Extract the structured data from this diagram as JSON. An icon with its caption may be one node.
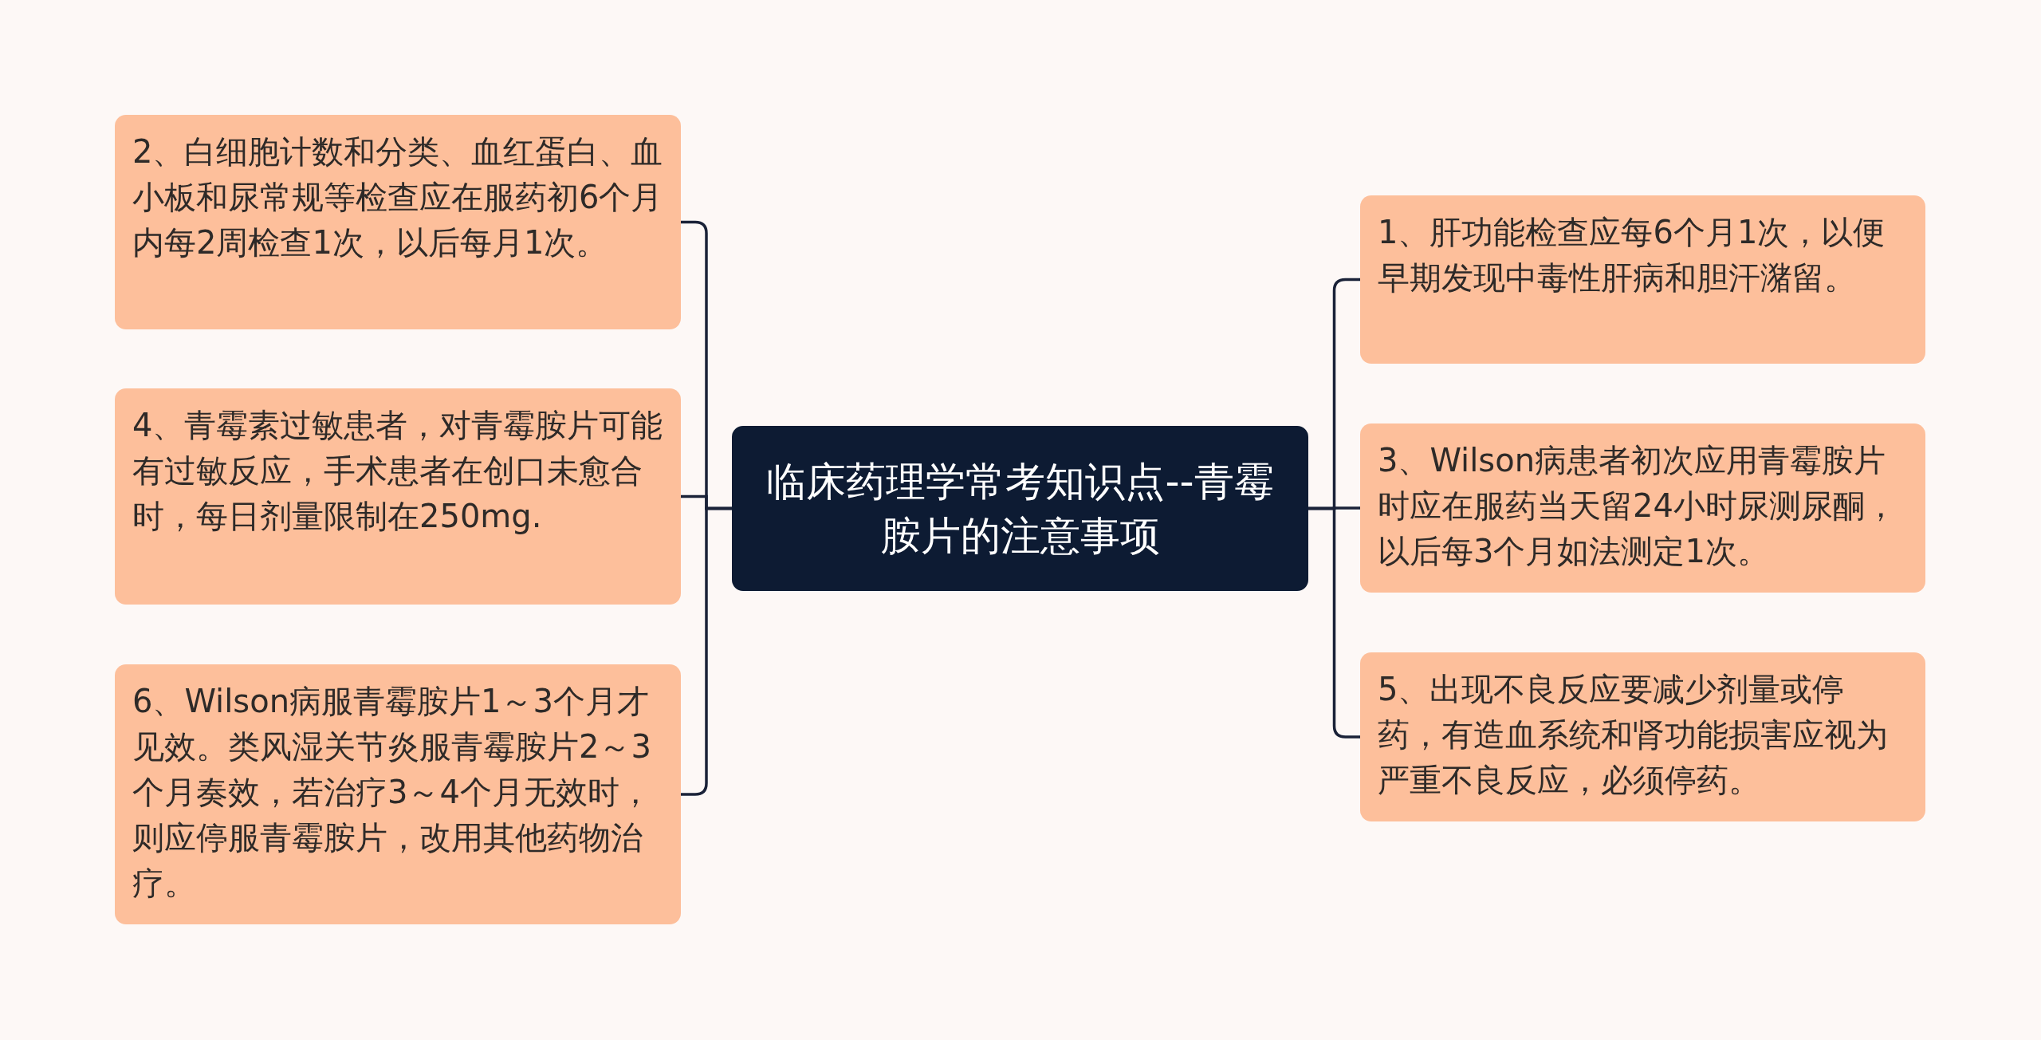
{
  "diagram": {
    "nodes": [
      {
        "text": [
          "临床药理学常考知识点--青霉胺片的注意事项"
        ]
      },
      {
        "text": [
          "2、白细胞计数和分类、血红蛋白、血小板和尿常规等检查应在服药初6个月内每2周检查1次，以后每月1次。"
        ]
      },
      {
        "text": [
          "4、青霉素过敏患者，对青霉胺片可能有过敏反应，手术患者在创口未愈合时，每日剂量限制在250mg."
        ]
      },
      {
        "text": [
          "6、Wilson病服青霉胺片1～3个月才见效。类风湿关节炎服青霉胺片2～3个月奏效，若治疗3～4个月无效时，则应停服青霉胺片，改用其他药物治疗。"
        ]
      },
      {
        "text": [
          "1、肝功能检查应每6个月1次，以便早期发现中毒性肝病和胆汗潴留。"
        ]
      },
      {
        "text": [
          "3、Wilson病患者初次应用青霉胺片时应在服药当天留24小时尿测尿酮，以后每3个月如法测定1次。"
        ]
      },
      {
        "text": [
          "5、出现不良反应要减少剂量或停药，有造血系统和肾功能损害应视为严重不良反应，必须停药。"
        ]
      }
    ],
    "edges": [
      {
        "from": 0,
        "to": 1,
        "arrow": "none"
      },
      {
        "from": 0,
        "to": 2,
        "arrow": "none"
      },
      {
        "from": 0,
        "to": 3,
        "arrow": "none"
      },
      {
        "from": 0,
        "to": 4,
        "arrow": "none"
      },
      {
        "from": 0,
        "to": 5,
        "arrow": "none"
      },
      {
        "from": 0,
        "to": 6,
        "arrow": "none"
      }
    ]
  }
}
